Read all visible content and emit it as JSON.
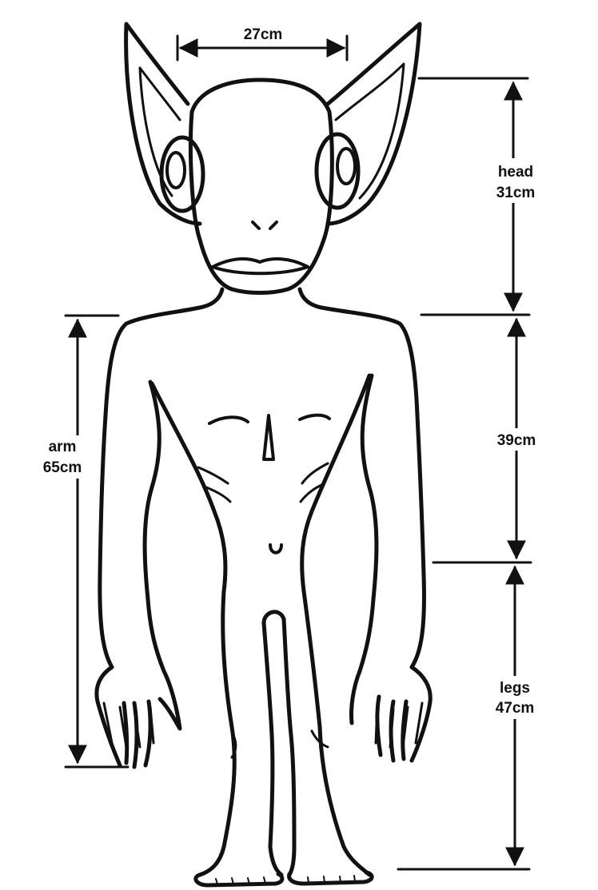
{
  "labels": {
    "width_label": "27cm",
    "head_name": "head",
    "head_value": "31cm",
    "torso_value": "39cm",
    "arm_name": "arm",
    "arm_value": "65cm",
    "legs_name": "legs",
    "legs_value": "47cm"
  },
  "colors": {
    "ink": "#111111",
    "paper": "#ffffff"
  }
}
